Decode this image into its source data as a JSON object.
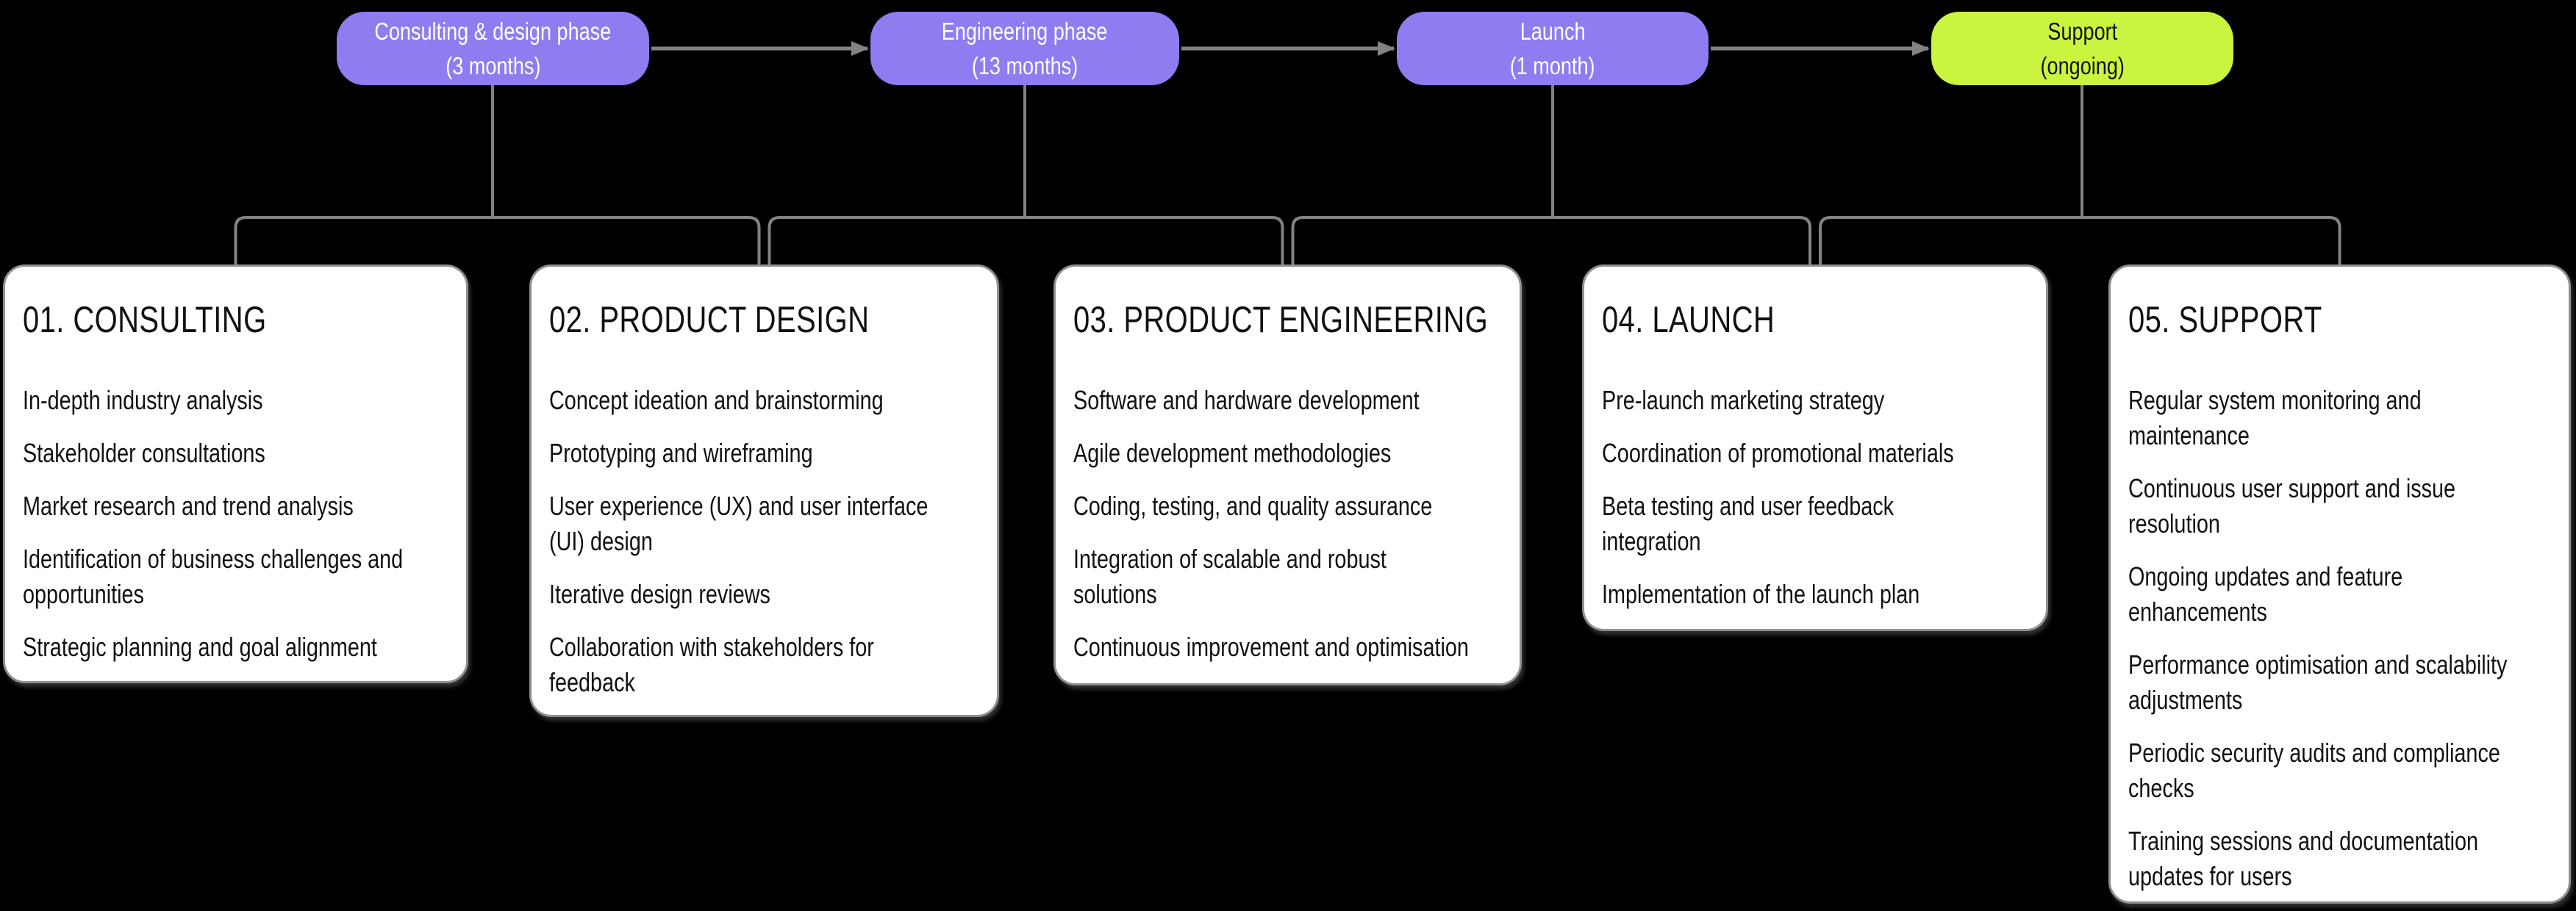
{
  "colors": {
    "bg": "#000000",
    "purple": "#8D7DF1",
    "green": "#CAF440",
    "line": "#828282",
    "card_bg": "#FFFFFF",
    "card_border": "#8F8F8F",
    "ink": "#111111",
    "pill_text": "#FFFFFF"
  },
  "phases": [
    {
      "label": "Consulting & design phase",
      "duration": "(3 months)"
    },
    {
      "label": "Engineering phase",
      "duration": "(13 months)"
    },
    {
      "label": "Launch",
      "duration": "(1 month)"
    },
    {
      "label": "Support",
      "duration": "(ongoing)"
    }
  ],
  "cards": [
    {
      "title": "01. CONSULTING",
      "items": [
        "In-depth industry analysis",
        "Stakeholder consultations",
        "Market research and trend analysis",
        "Identification of business challenges and\nopportunities",
        "Strategic planning and goal alignment"
      ]
    },
    {
      "title": "02. PRODUCT DESIGN",
      "items": [
        "Concept ideation and brainstorming",
        "Prototyping and wireframing",
        "User experience (UX) and user interface\n(UI) design",
        "Iterative design reviews",
        "Collaboration with stakeholders for\nfeedback"
      ]
    },
    {
      "title": "03. PRODUCT ENGINEERING",
      "items": [
        "Software and hardware development",
        "Agile development methodologies",
        "Coding, testing, and quality assurance",
        "Integration of scalable and robust\nsolutions",
        "Continuous improvement and optimisation"
      ]
    },
    {
      "title": "04. LAUNCH",
      "items": [
        "Pre-launch marketing strategy",
        "Coordination of promotional materials",
        "Beta testing and user feedback\nintegration",
        "Implementation of the launch plan"
      ]
    },
    {
      "title": "05. SUPPORT",
      "items": [
        "Regular system monitoring and\nmaintenance",
        "Continuous user support and issue\nresolution",
        "Ongoing updates and feature\nenhancements",
        "Performance optimisation and scalability\nadjustments",
        "Periodic security audits and compliance\nchecks",
        "Training sessions and documentation\nupdates for users"
      ]
    }
  ]
}
